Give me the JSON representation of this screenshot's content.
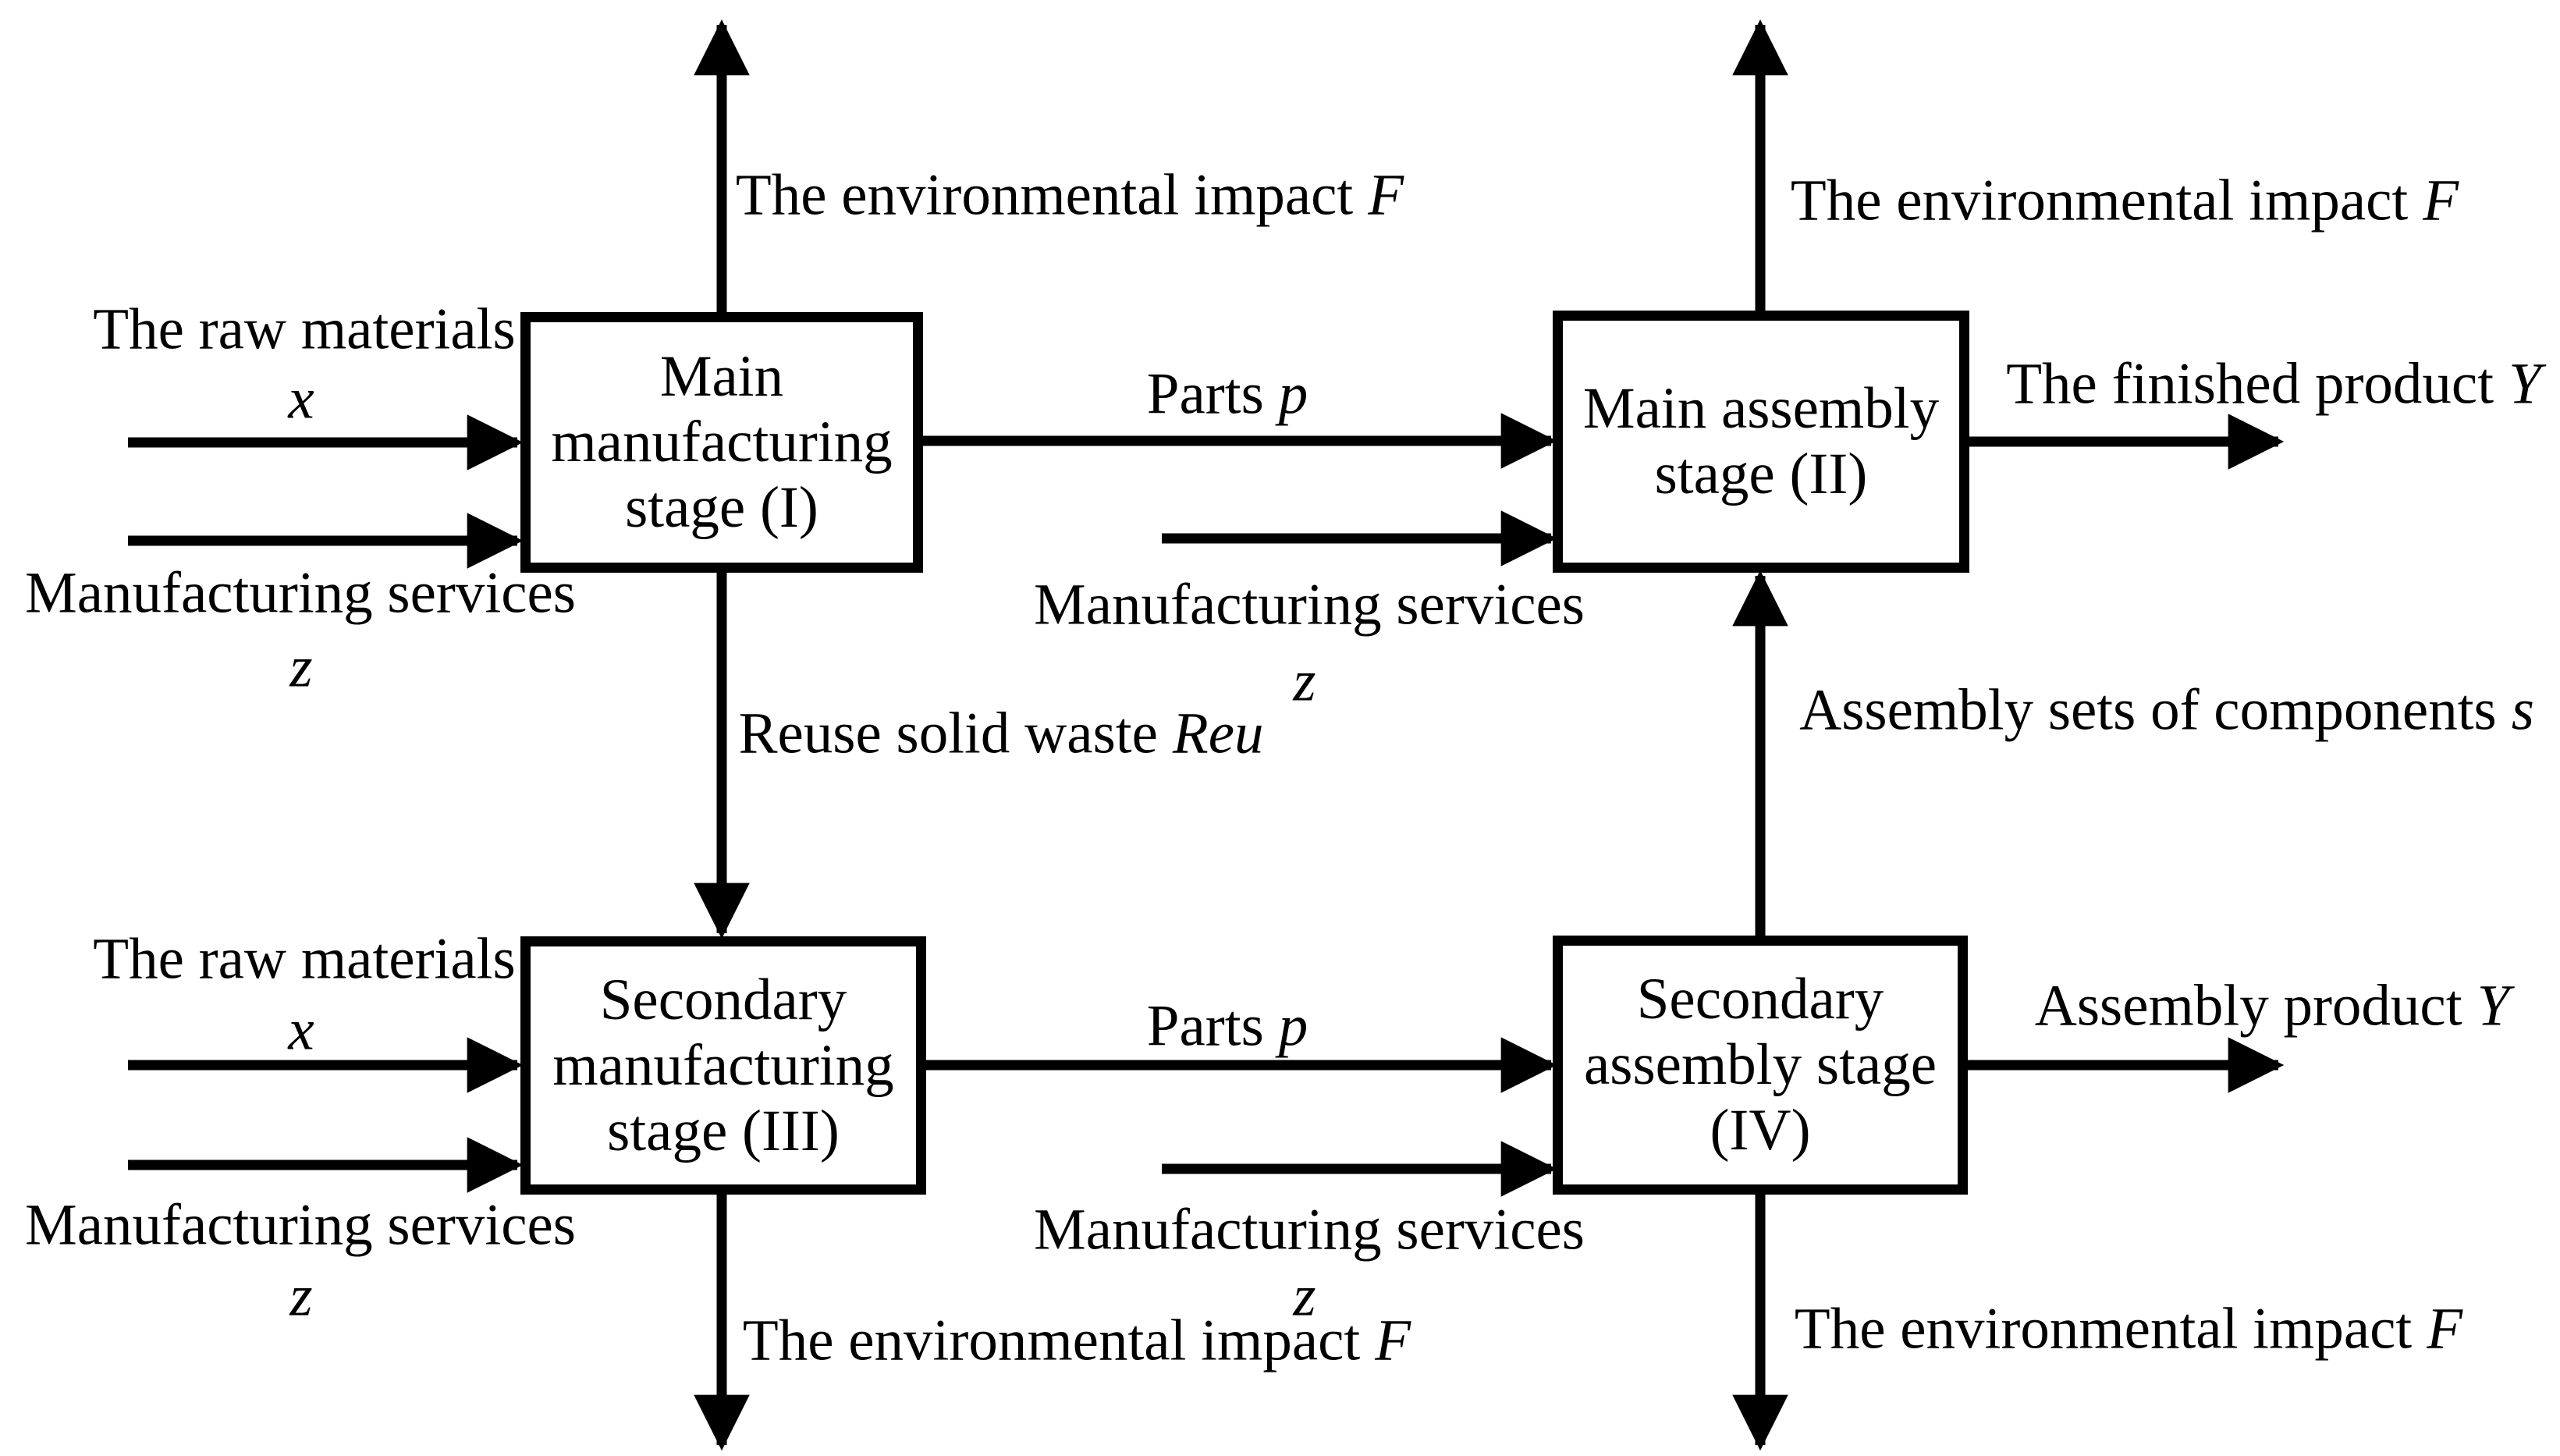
{
  "boxes": {
    "main_manufacturing": {
      "lines": [
        "Main",
        "manufacturing",
        "stage (I)"
      ]
    },
    "main_assembly": {
      "lines": [
        "Main assembly",
        "stage (II)"
      ]
    },
    "secondary_manufacturing": {
      "lines": [
        "Secondary",
        "manufacturing",
        "stage (III)"
      ]
    },
    "secondary_assembly": {
      "lines": [
        "Secondary",
        "assembly stage",
        "(IV)"
      ]
    }
  },
  "labels": {
    "env_top_left": {
      "text": "The environmental impact",
      "var": "F"
    },
    "env_top_right": {
      "text": "The environmental impact",
      "var": "F"
    },
    "raw_left_top": {
      "text": "The raw materials",
      "var": "x"
    },
    "services_left_top": {
      "text": "Manufacturing services",
      "var": "z"
    },
    "parts_top": {
      "text": "Parts",
      "var": "p"
    },
    "services_mid_top": {
      "text": "Manufacturing services",
      "var": "z"
    },
    "finished_product": {
      "text": "The finished product",
      "var": "Y"
    },
    "reuse": {
      "text": "Reuse solid waste",
      "var": "Reu"
    },
    "assembly_sets": {
      "text": "Assembly sets of components",
      "var": "s"
    },
    "raw_left_bottom": {
      "text": "The raw materials",
      "var": "x"
    },
    "services_left_bottom": {
      "text": "Manufacturing services",
      "var": "z"
    },
    "parts_bottom": {
      "text": "Parts",
      "var": "p"
    },
    "services_mid_bottom": {
      "text": "Manufacturing services",
      "var": "z"
    },
    "assembly_product": {
      "text": "Assembly product",
      "var": "Y"
    },
    "env_bottom_left": {
      "text": "The environmental impact",
      "var": "F"
    },
    "env_bottom_right": {
      "text": "The environmental impact",
      "var": "F"
    }
  },
  "colors": {
    "line": "#000000",
    "background": "#ffffff"
  }
}
